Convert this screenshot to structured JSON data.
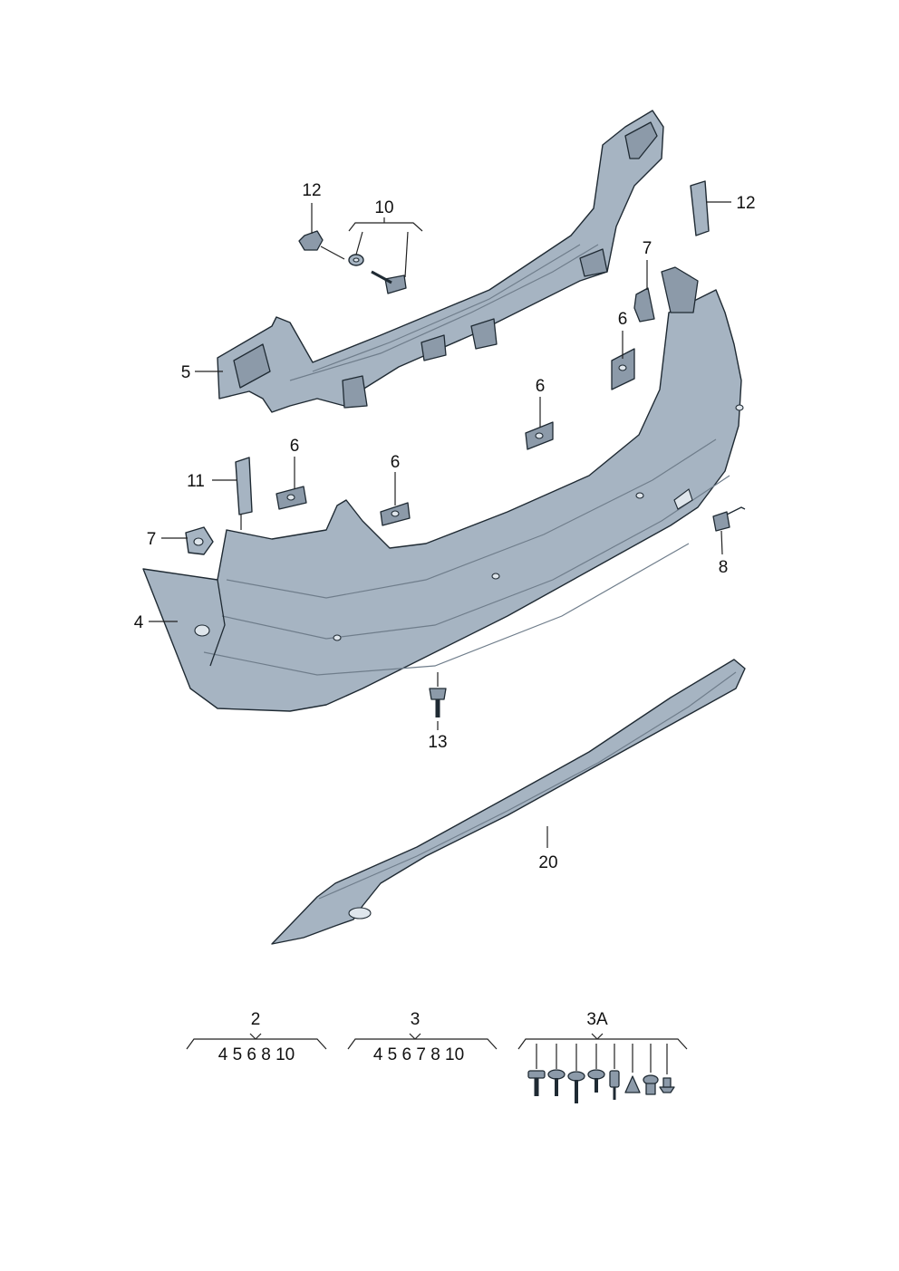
{
  "callouts": [
    {
      "id": "c12a",
      "text": "12"
    },
    {
      "id": "c10",
      "text": "10"
    },
    {
      "id": "c12b",
      "text": "12"
    },
    {
      "id": "c7a",
      "text": "7"
    },
    {
      "id": "c6a",
      "text": "6"
    },
    {
      "id": "c5",
      "text": "5"
    },
    {
      "id": "c6b",
      "text": "6"
    },
    {
      "id": "c6c",
      "text": "6"
    },
    {
      "id": "c6d",
      "text": "6"
    },
    {
      "id": "c11",
      "text": "11"
    },
    {
      "id": "c7b",
      "text": "7"
    },
    {
      "id": "c8",
      "text": "8"
    },
    {
      "id": "c4",
      "text": "4"
    },
    {
      "id": "c13",
      "text": "13"
    },
    {
      "id": "c20",
      "text": "20"
    }
  ],
  "kits": [
    {
      "id": "kit2",
      "label": "2",
      "items": "4 5 6 8 10"
    },
    {
      "id": "kit3",
      "label": "3",
      "items": "4 5 6 7 8 10"
    },
    {
      "id": "kit3a",
      "label": "3A",
      "items": ""
    }
  ],
  "colors": {
    "part_fill": "#a6b4c2",
    "part_outline": "#1f2a33",
    "background": "#ffffff"
  }
}
